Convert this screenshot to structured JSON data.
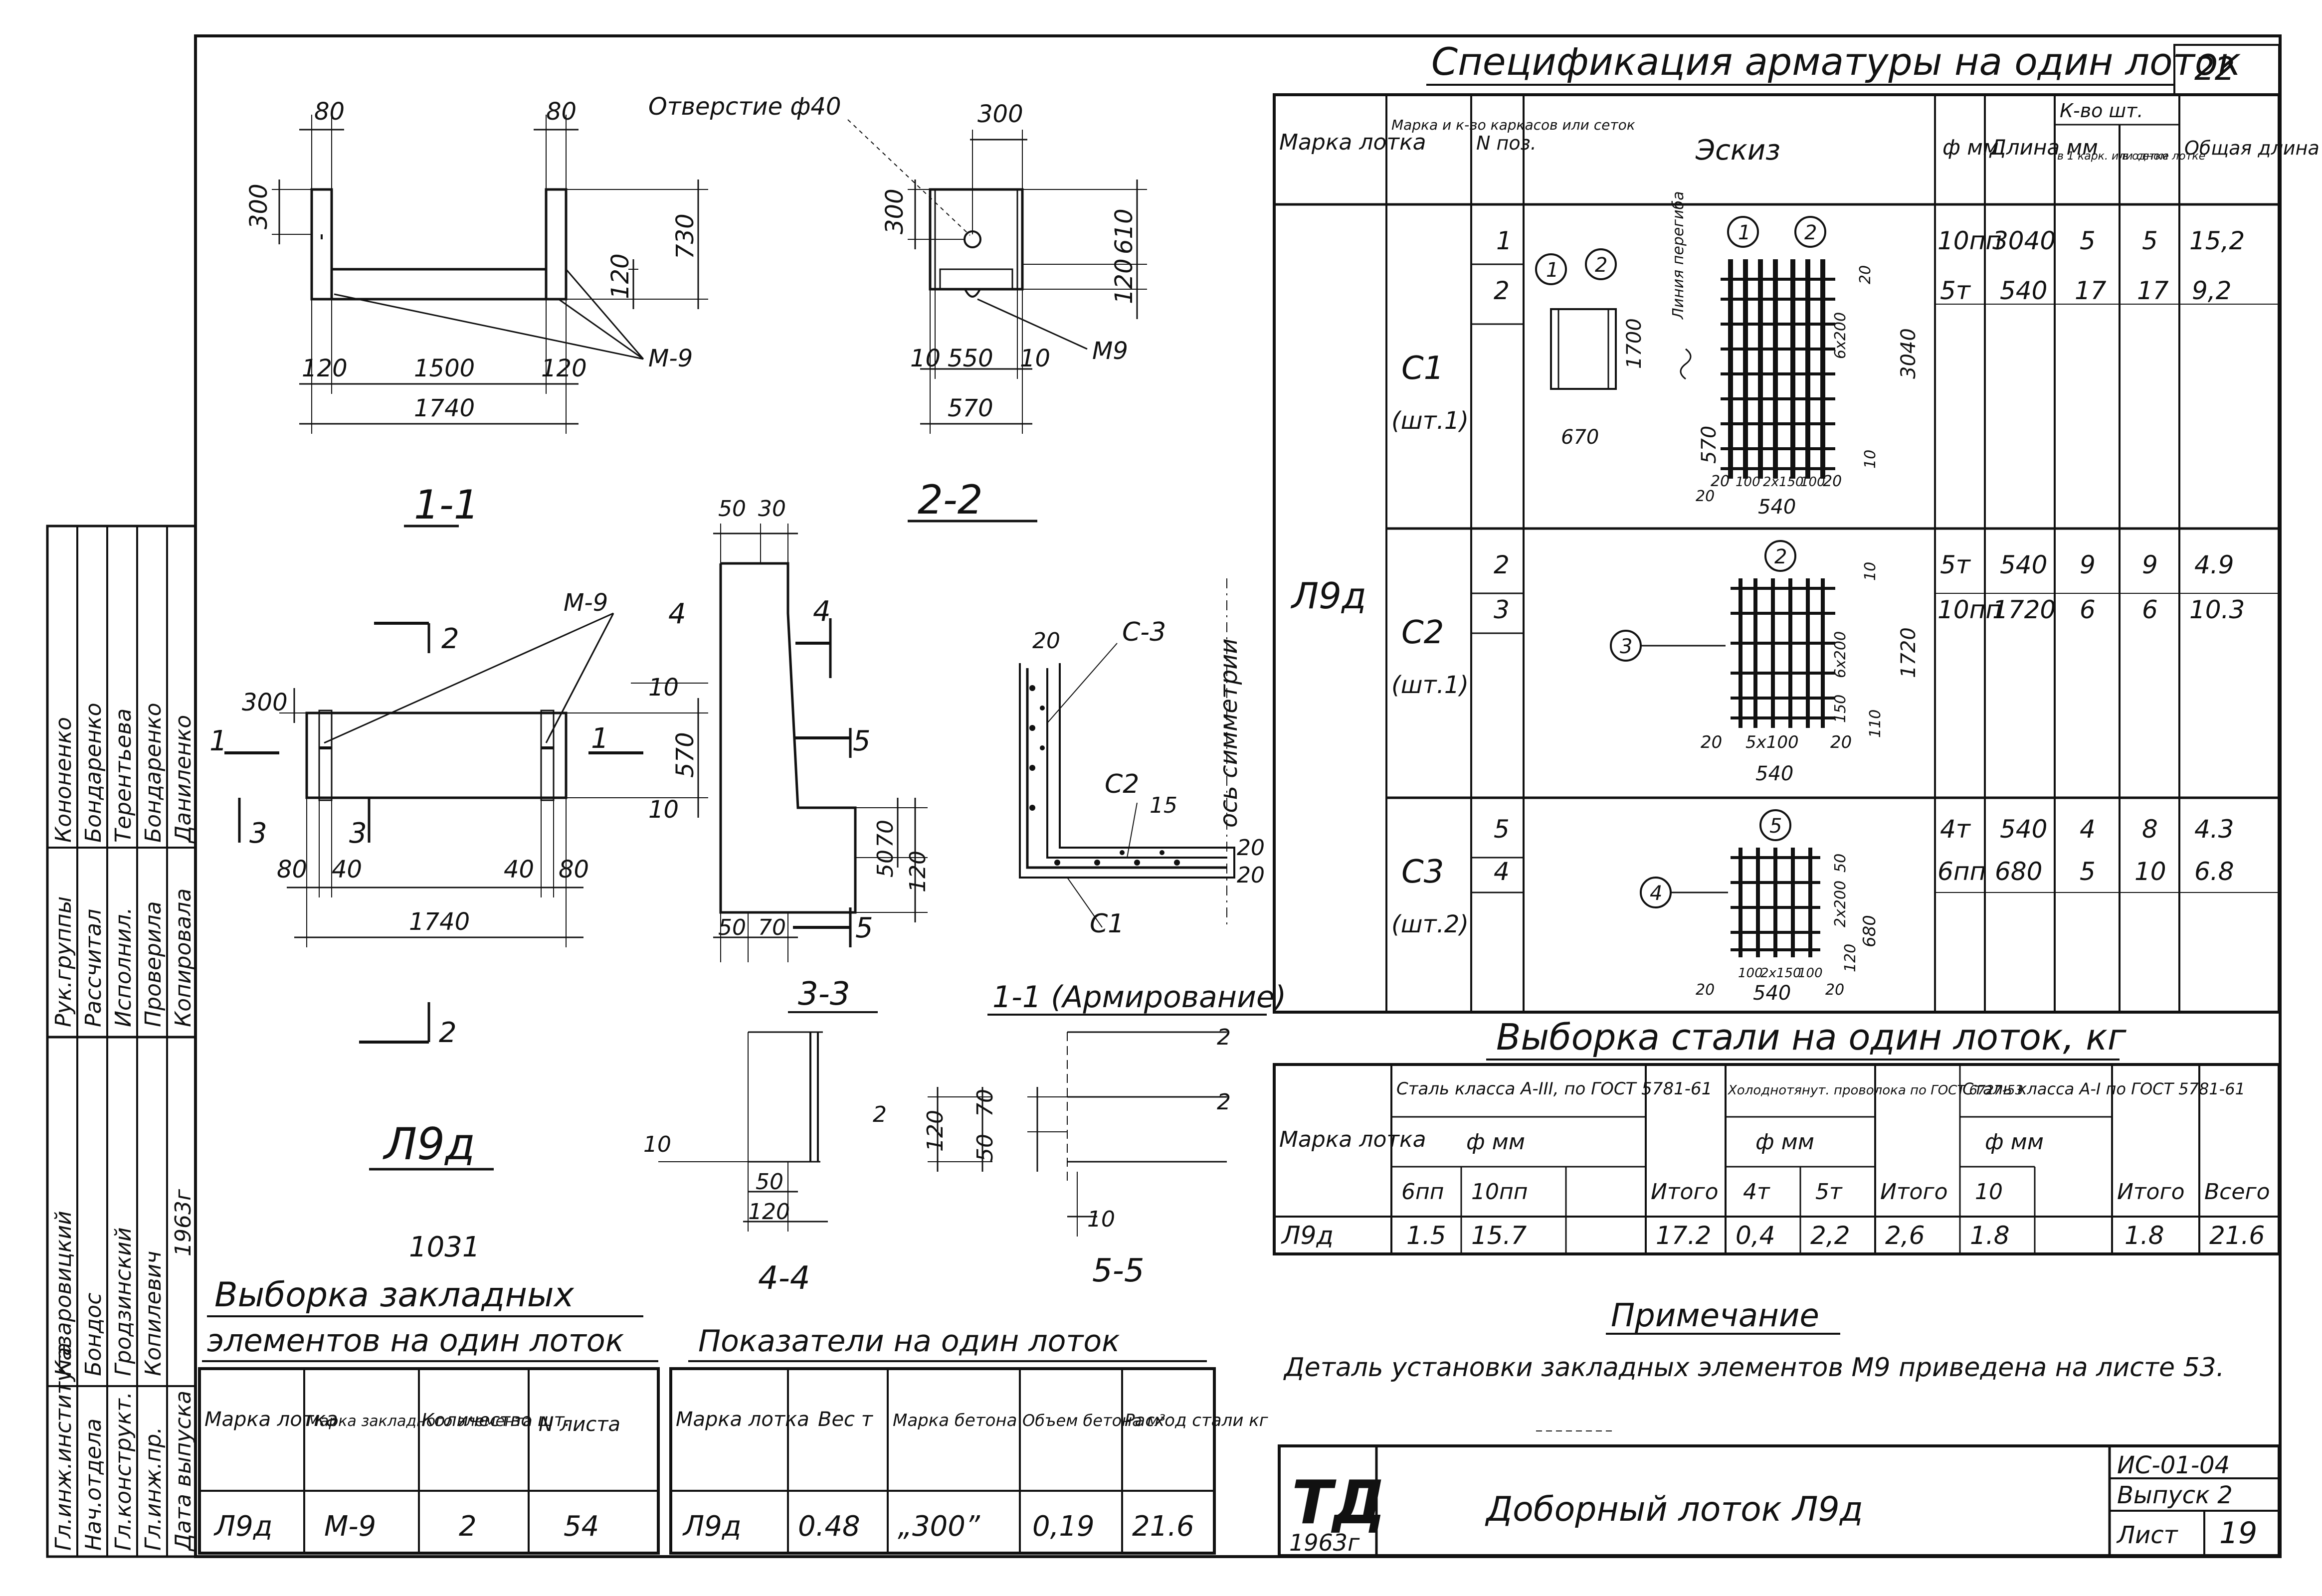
{
  "stamp": {
    "roles": [
      "Гл.инж.института",
      "Нач.отдела",
      "Гл.конструкт.",
      "Гл.инж.пр.",
      "Дата выпуска"
    ],
    "names": [
      "Казаровицкий",
      "Бондос",
      "Гродзинский",
      "Копилевич",
      "1963г"
    ],
    "roles2": [
      "Рук.группы",
      "Рассчитал",
      "Исполнил.",
      "Проверила",
      "Копировала"
    ],
    "names2": [
      "Кононенко",
      "Бондаренко",
      "Терентьева",
      "Бондаренко",
      "Даниленко"
    ]
  },
  "drawing": {
    "dims_top_left": [
      "80",
      "80",
      "300",
      "730",
      "120",
      "120",
      "1500",
      "120",
      "1740"
    ],
    "weld_label": "М-9",
    "hole_note": "Отверстие ф40",
    "dims_top_mid": [
      "300",
      "300",
      "610",
      "120",
      "10",
      "550",
      "10",
      "570"
    ],
    "m9": "М9",
    "section_1_1": "1-1",
    "section_2_2": "2-2",
    "plan": {
      "m9": "М-9",
      "cut_2": "2",
      "cut_4": "4",
      "cut_1": "1",
      "cut_3": "3",
      "cut_5": "5",
      "dims": [
        "300",
        "10",
        "570",
        "10",
        "80",
        "40",
        "40",
        "80",
        "1740"
      ],
      "title": "Л9д",
      "number": "1031"
    },
    "wall_dims": [
      "50",
      "30",
      "70",
      "120",
      "50",
      "50",
      "70"
    ],
    "rebar_section": {
      "labels": [
        "20",
        "С-3",
        "С2",
        "15",
        "20",
        "20",
        "С1"
      ],
      "axis": "ось симметрии"
    },
    "section_3_3": "3-3",
    "section_1_1_arm": "1-1 (Армирование)",
    "section_4_4": "4-4",
    "section_5_5": "5-5",
    "dims_3_3": [
      "10",
      "50",
      "120"
    ],
    "dims_4_4": [
      "2",
      "120",
      "70",
      "50"
    ],
    "dims_5_5": [
      "2",
      "2",
      "10"
    ]
  },
  "spec": {
    "title": "Спецификация арматуры на один лоток",
    "sheet_no": "22",
    "headers": {
      "mark": "Марка лотка",
      "mark_qty": "Марка и к-во каркасов или сеток",
      "pos": "N поз.",
      "sketch": "Эскиз",
      "phi": "ф мм",
      "length": "Длина мм",
      "qty": "К-во шт.",
      "qty_a": "в 1 карк. или сетке",
      "qty_b": "в одном лотке",
      "total": "Общая длина м"
    },
    "lot_mark": "Л9д",
    "groups": [
      {
        "mark": "С1",
        "count": "(шт.1)",
        "rows": [
          {
            "pos": "1",
            "phi": "10пп",
            "len": "3040",
            "a": "5",
            "b": "5",
            "total": "15,2"
          },
          {
            "pos": "2",
            "phi": "5т",
            "len": "540",
            "a": "17",
            "b": "17",
            "total": "9,2"
          }
        ],
        "sketch_labels": [
          "1",
          "2",
          "1",
          "2",
          "Линия перегиба",
          "1700",
          "670",
          "570",
          "6х200",
          "20",
          "3040",
          "10",
          "20",
          "100",
          "2х150",
          "100",
          "20",
          "540",
          "20"
        ]
      },
      {
        "mark": "С2",
        "count": "(шт.1)",
        "rows": [
          {
            "pos": "2",
            "phi": "5т",
            "len": "540",
            "a": "9",
            "b": "9",
            "total": "4.9"
          },
          {
            "pos": "3",
            "phi": "10пп",
            "len": "1720",
            "a": "6",
            "b": "6",
            "total": "10.3"
          }
        ],
        "sketch_labels": [
          "2",
          "3",
          "10",
          "1720",
          "150",
          "6х200",
          "110",
          "20",
          "5х100",
          "20",
          "540"
        ]
      },
      {
        "mark": "С3",
        "count": "(шт.2)",
        "rows": [
          {
            "pos": "5",
            "phi": "4т",
            "len": "540",
            "a": "4",
            "b": "8",
            "total": "4.3"
          },
          {
            "pos": "4",
            "phi": "6пп",
            "len": "680",
            "a": "5",
            "b": "10",
            "total": "6.8"
          }
        ],
        "sketch_labels": [
          "5",
          "4",
          "50",
          "2х200",
          "680",
          "120",
          "100",
          "2х150",
          "100",
          "20",
          "540",
          "20"
        ]
      }
    ]
  },
  "steel": {
    "title": "Выборка стали на один лоток, кг",
    "h_mark": "Марка лотка",
    "h_a3": "Сталь класса А-III, по ГОСТ 5781-61",
    "h_cold": "Холоднотянут. проволока по ГОСТ 6727-53",
    "h_a1": "Сталь класса А-I по ГОСТ 5781-61",
    "phi_mm": "ф мм",
    "cols": [
      "6пп",
      "10пп",
      "",
      "Итого",
      "4т",
      "5т",
      "Итого",
      "10",
      "",
      "Итого",
      "Всего"
    ],
    "row": [
      "Л9д",
      "1.5",
      "15.7",
      "",
      "17.2",
      "0,4",
      "2,2",
      "2,6",
      "1.8",
      "",
      "1.8",
      "21.6"
    ]
  },
  "note": {
    "title": "Примечание",
    "text": "Деталь установки закладных элементов М9 приведена на листе 53."
  },
  "embed": {
    "title_1": "Выборка закладных",
    "title_2": "элементов на один лоток",
    "headers": [
      "Марка лотка",
      "Марка закладного элемента",
      "Количество шт.",
      "N листа"
    ],
    "row": [
      "Л9д",
      "М-9",
      "2",
      "54"
    ]
  },
  "indicators": {
    "title": "Показатели на один лоток",
    "headers": [
      "Марка лотка",
      "Вес т",
      "Марка бетона",
      "Объем бетона м³",
      "Расход стали кг"
    ],
    "row": [
      "Л9д",
      "0.48",
      "„300”",
      "0,19",
      "21.6"
    ]
  },
  "title_block": {
    "logo": "ТД",
    "year": "1963г",
    "name": "Доборный лоток Л9д",
    "code": "ИС-01-04",
    "issue": "Выпуск 2",
    "sheet_label": "Лист",
    "sheet": "19"
  }
}
